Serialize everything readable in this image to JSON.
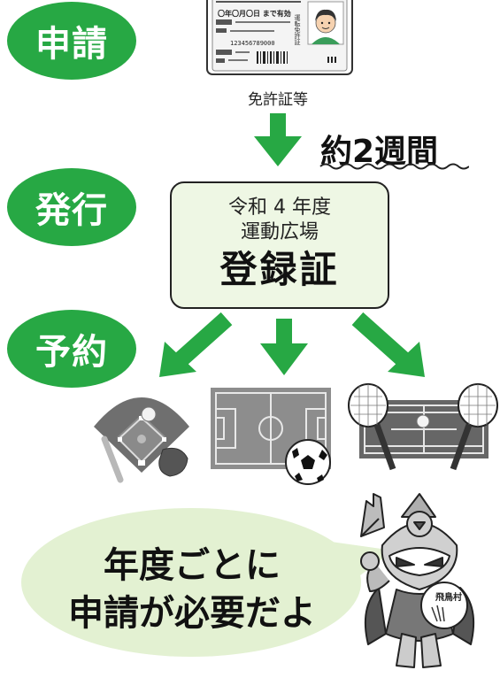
{
  "steps": {
    "apply": "申請",
    "issue": "発行",
    "book": "予約"
  },
  "license": {
    "label": "免許証等",
    "card_date": "〇年〇月〇日 まで有効",
    "card_type": "運転免許証",
    "card_number": "123456789000"
  },
  "duration": "約2週間",
  "certificate": {
    "line1": "令和 4 年度",
    "line2": "運動広場",
    "title": "登録証"
  },
  "facilities": [
    "baseball-field-icon",
    "soccer-field-icon",
    "tennis-court-icon"
  ],
  "speech": {
    "line1": "年度ごとに",
    "line2": "申請が必要だよ"
  },
  "mascot_badge": "飛鳥村",
  "colors": {
    "accent_green": "#27a844",
    "bubble_green": "#e3f1d2",
    "cert_fill": "#eef7e4"
  }
}
